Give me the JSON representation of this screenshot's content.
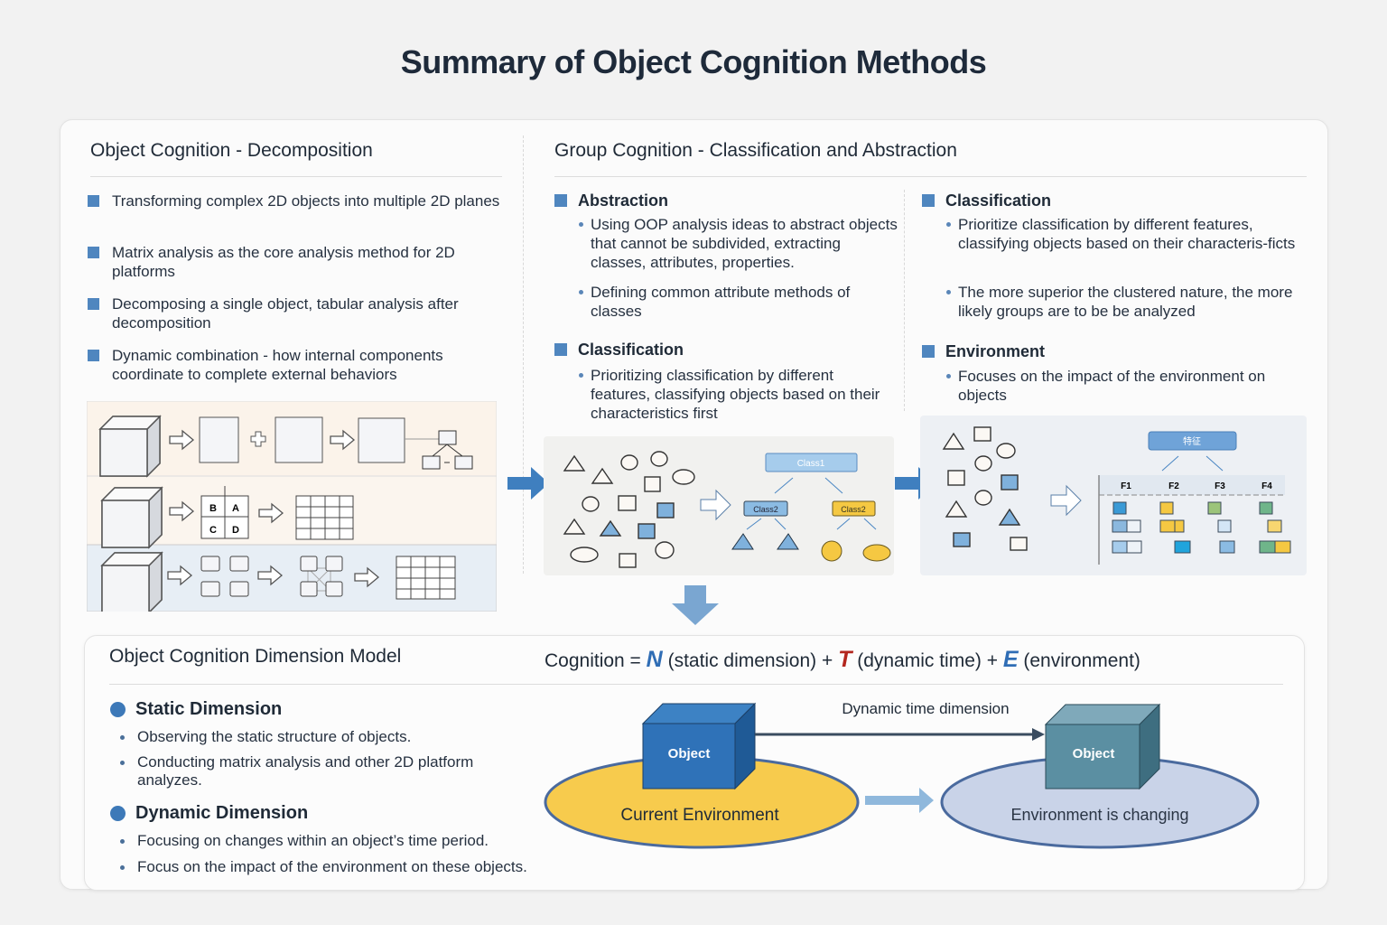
{
  "title": "Summary of Object Cognition Methods",
  "decomposition": {
    "heading": "Object Cognition - Decomposition",
    "items": [
      "Transforming complex 2D objects into multiple 2D planes",
      "Matrix analysis as the core analysis method for 2D platforms",
      "Decomposing a single object, tabular analysis after decomposition",
      "Dynamic combination - how internal components coordinate to complete external behaviors"
    ],
    "quadrant_labels": [
      "B",
      "A",
      "C",
      "D"
    ]
  },
  "group": {
    "heading": "Group Cognition - Classification and Abstraction",
    "left": [
      {
        "title": "Abstraction",
        "bullets": [
          "Using OOP analysis ideas to abstract objects that cannot be subdivided, extracting classes, attributes, properties.",
          "Defining common attribute methods of classes"
        ]
      },
      {
        "title": "Classification",
        "bullets": [
          "Prioritizing classification by different features, classifying objects based on their characteristics first"
        ]
      }
    ],
    "right": [
      {
        "title": "Classification",
        "bullets": [
          "Prioritize  classification by different features, classifying objects based on their characteris-ficts",
          "The more superior the clustered nature, the more likely groups are to be be analyzed"
        ]
      },
      {
        "title": "Environment",
        "bullets": [
          "Focuses on the impact of the environment on objects"
        ]
      }
    ],
    "class_diagram": {
      "root": "Class1",
      "child_a": "Class2",
      "child_b": "Class2",
      "colors": {
        "blue": "#7fb1dc",
        "yellow": "#f5c842"
      }
    },
    "feature_diagram": {
      "root": "特征",
      "columns": [
        "F1",
        "F2",
        "F3",
        "F4"
      ]
    }
  },
  "model": {
    "heading": "Object Cognition Dimension Model",
    "formula": {
      "lhs": "Cognition =",
      "n": "N",
      "n_text": "(static dimension) +",
      "t": "T",
      "t_text": "(dynamic time) +",
      "e": "E",
      "e_text": "(environment)",
      "colors": {
        "N": "#2f6db5",
        "T": "#b3261e",
        "E": "#2f6db5"
      }
    },
    "static": {
      "title": "Static Dimension",
      "bullets": [
        "Observing the static structure of objects.",
        "Conducting matrix analysis and other 2D platform analyzes."
      ]
    },
    "dynamic": {
      "title": "Dynamic Dimension",
      "bullets": [
        "Focusing on changes within an object’s time period.",
        "Focus on the impact of the environment on these objects."
      ]
    },
    "diagram": {
      "object_label": "Object",
      "current_env": "Current Environment",
      "changing_env": "Environment is changing",
      "time_label": "Dynamic time dimension",
      "colors": {
        "current": "#f7cb4d",
        "changing": "#c9d3e8",
        "cube1": "#2f72b8",
        "cube2": "#5b8fa2"
      }
    }
  }
}
